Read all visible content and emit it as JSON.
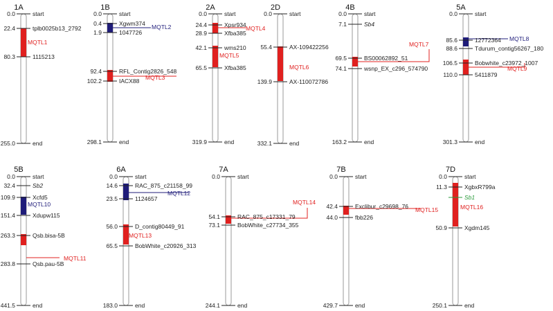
{
  "colors": {
    "red": "#e0201f",
    "blue": "#1f1c7a",
    "green": "#2a9a3a",
    "chromosome_outline": "#9a9a9a"
  },
  "chromosomes": [
    {
      "name": "1A",
      "markers": [
        {
          "pos": "0.0",
          "name": "start"
        },
        {
          "pos": "22.4",
          "name": "tplb0025b13_2792"
        },
        {
          "pos": "80.3",
          "name": "1115213"
        },
        {
          "pos": "255.0",
          "name": "end"
        }
      ],
      "qtls": [
        {
          "name": "MQTL1",
          "color": "red"
        }
      ]
    },
    {
      "name": "1B",
      "markers": [
        {
          "pos": "0.0",
          "name": "start"
        },
        {
          "pos": "0.4",
          "name": "Xgwm374"
        },
        {
          "pos": "1.9",
          "name": "1047726"
        },
        {
          "pos": "92.4",
          "name": "RFL_Contig2826_548"
        },
        {
          "pos": "102.2",
          "name": "IACX88"
        },
        {
          "pos": "298.1",
          "name": "end"
        }
      ],
      "qtls": [
        {
          "name": "MQTL2",
          "color": "blue"
        },
        {
          "name": "MQTL3",
          "color": "red"
        }
      ]
    },
    {
      "name": "2A",
      "markers": [
        {
          "pos": "0.0",
          "name": "start"
        },
        {
          "pos": "24.4",
          "name": "Xpsr934"
        },
        {
          "pos": "28.9",
          "name": "Xfba385"
        },
        {
          "pos": "42.1",
          "name": "wms210"
        },
        {
          "pos": "65.5",
          "name": "Xfba385"
        },
        {
          "pos": "319.9",
          "name": "end"
        }
      ],
      "qtls": [
        {
          "name": "MQTL4",
          "color": "red"
        },
        {
          "name": "MQTL5",
          "color": "red"
        }
      ]
    },
    {
      "name": "2D",
      "markers": [
        {
          "pos": "0.0",
          "name": "start"
        },
        {
          "pos": "55.4",
          "name": "AX-109422256"
        },
        {
          "pos": "139.9",
          "name": "AX-110072786"
        },
        {
          "pos": "332.1",
          "name": "end"
        }
      ],
      "qtls": [
        {
          "name": "MQTL6",
          "color": "red"
        }
      ]
    },
    {
      "name": "4B",
      "markers": [
        {
          "pos": "0.0",
          "name": "start"
        },
        {
          "pos": "7.1",
          "name": "Sb4"
        },
        {
          "pos": "69.5",
          "name": "BS00062892_51"
        },
        {
          "pos": "74.1",
          "name": "wsnp_EX_c296_574790"
        },
        {
          "pos": "163.2",
          "name": "end"
        }
      ],
      "qtls": [
        {
          "name": "MQTL7",
          "color": "red"
        }
      ]
    },
    {
      "name": "5A",
      "markers": [
        {
          "pos": "0.0",
          "name": "start"
        },
        {
          "pos": "85.6",
          "name": "12772364"
        },
        {
          "pos": "88.6",
          "name": "Tdurum_contig56267_180"
        },
        {
          "pos": "106.5",
          "name": "Bobwhite_c23972_1007"
        },
        {
          "pos": "110.0",
          "name": "5411879"
        },
        {
          "pos": "301.3",
          "name": "end"
        }
      ],
      "qtls": [
        {
          "name": "MQTL8",
          "color": "blue"
        },
        {
          "name": "MQTL9",
          "color": "red"
        }
      ]
    },
    {
      "name": "5B",
      "markers": [
        {
          "pos": "0.0",
          "name": "start"
        },
        {
          "pos": "32.4",
          "name": "Sb2"
        },
        {
          "pos": "109.9",
          "name": "Xcfd5"
        },
        {
          "pos": "151.4",
          "name": "Xdupw115"
        },
        {
          "pos": "263.3",
          "name": "Qsb.bisa-5B"
        },
        {
          "pos": "283.8",
          "name": "Qsb.pau-5B"
        },
        {
          "pos": "441.5",
          "name": "end"
        }
      ],
      "qtls": [
        {
          "name": "MQTL10",
          "color": "blue"
        },
        {
          "name": "MQTL11",
          "color": "red"
        }
      ]
    },
    {
      "name": "6A",
      "markers": [
        {
          "pos": "0.0",
          "name": "start"
        },
        {
          "pos": "14.6",
          "name": "RAC_875_c21158_99"
        },
        {
          "pos": "23.5",
          "name": "1124657"
        },
        {
          "pos": "56.0",
          "name": "D_contig80449_91"
        },
        {
          "pos": "65.5",
          "name": "BobWhite_c20926_313"
        },
        {
          "pos": "183.0",
          "name": "end"
        }
      ],
      "qtls": [
        {
          "name": "MQTL12",
          "color": "blue"
        },
        {
          "name": "MQTL13",
          "color": "red"
        }
      ]
    },
    {
      "name": "7A",
      "markers": [
        {
          "pos": "0.0",
          "name": "start"
        },
        {
          "pos": "54.1",
          "name": "RAC_875_c17331_79"
        },
        {
          "pos": "73.1",
          "name": "BobWhite_c27734_355"
        },
        {
          "pos": "244.1",
          "name": "end"
        }
      ],
      "qtls": [
        {
          "name": "MQTL14",
          "color": "red"
        }
      ]
    },
    {
      "name": "7B",
      "markers": [
        {
          "pos": "0.0",
          "name": "start"
        },
        {
          "pos": "42.4",
          "name": "Exclibur_c29698_76"
        },
        {
          "pos": "44.0",
          "name": "fbb226"
        },
        {
          "pos": "429.7",
          "name": "end"
        }
      ],
      "qtls": [
        {
          "name": "MQTL15",
          "color": "red"
        }
      ]
    },
    {
      "name": "7D",
      "markers": [
        {
          "pos": "0.0",
          "name": "start"
        },
        {
          "pos": "11.3",
          "name": "XgbxR799a"
        },
        {
          "pos": "",
          "name": "Sb1"
        },
        {
          "pos": "50.9",
          "name": "Xgdm145"
        },
        {
          "pos": "250.1",
          "name": "end"
        }
      ],
      "qtls": [
        {
          "name": "MQTL16",
          "color": "red"
        }
      ]
    }
  ]
}
